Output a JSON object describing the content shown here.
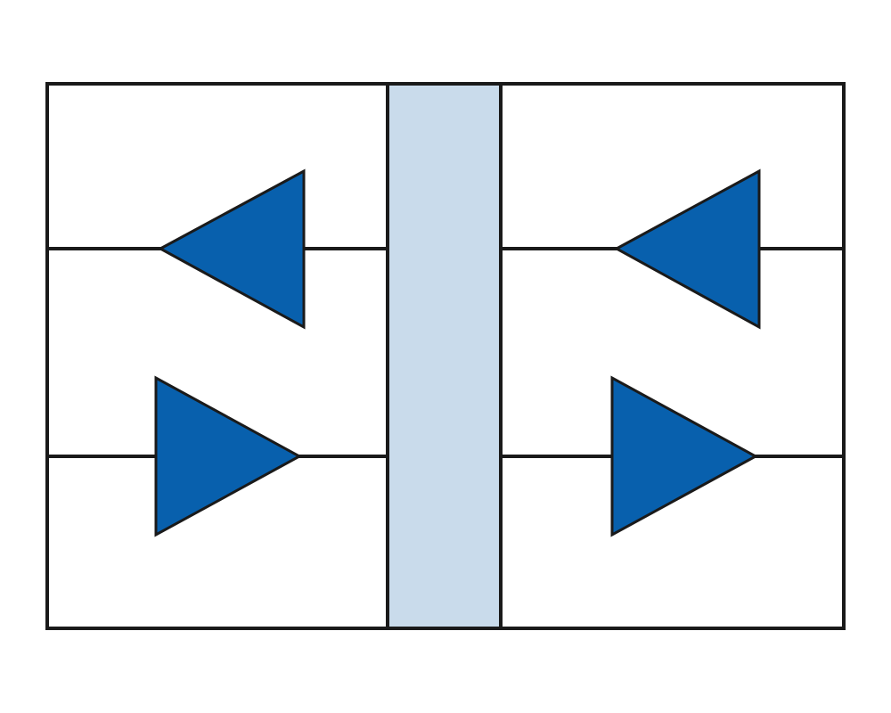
{
  "diagram": {
    "colors": {
      "background": "#ffffff",
      "outline": "#1a1a1a",
      "arrow_fill": "#0860ad",
      "center_band_fill": "#c9dbeb"
    },
    "left_panel": {
      "arrows": [
        {
          "role": "upper",
          "direction": "left"
        },
        {
          "role": "lower",
          "direction": "right"
        }
      ]
    },
    "right_panel": {
      "arrows": [
        {
          "role": "upper",
          "direction": "left"
        },
        {
          "role": "lower",
          "direction": "right"
        }
      ]
    }
  }
}
